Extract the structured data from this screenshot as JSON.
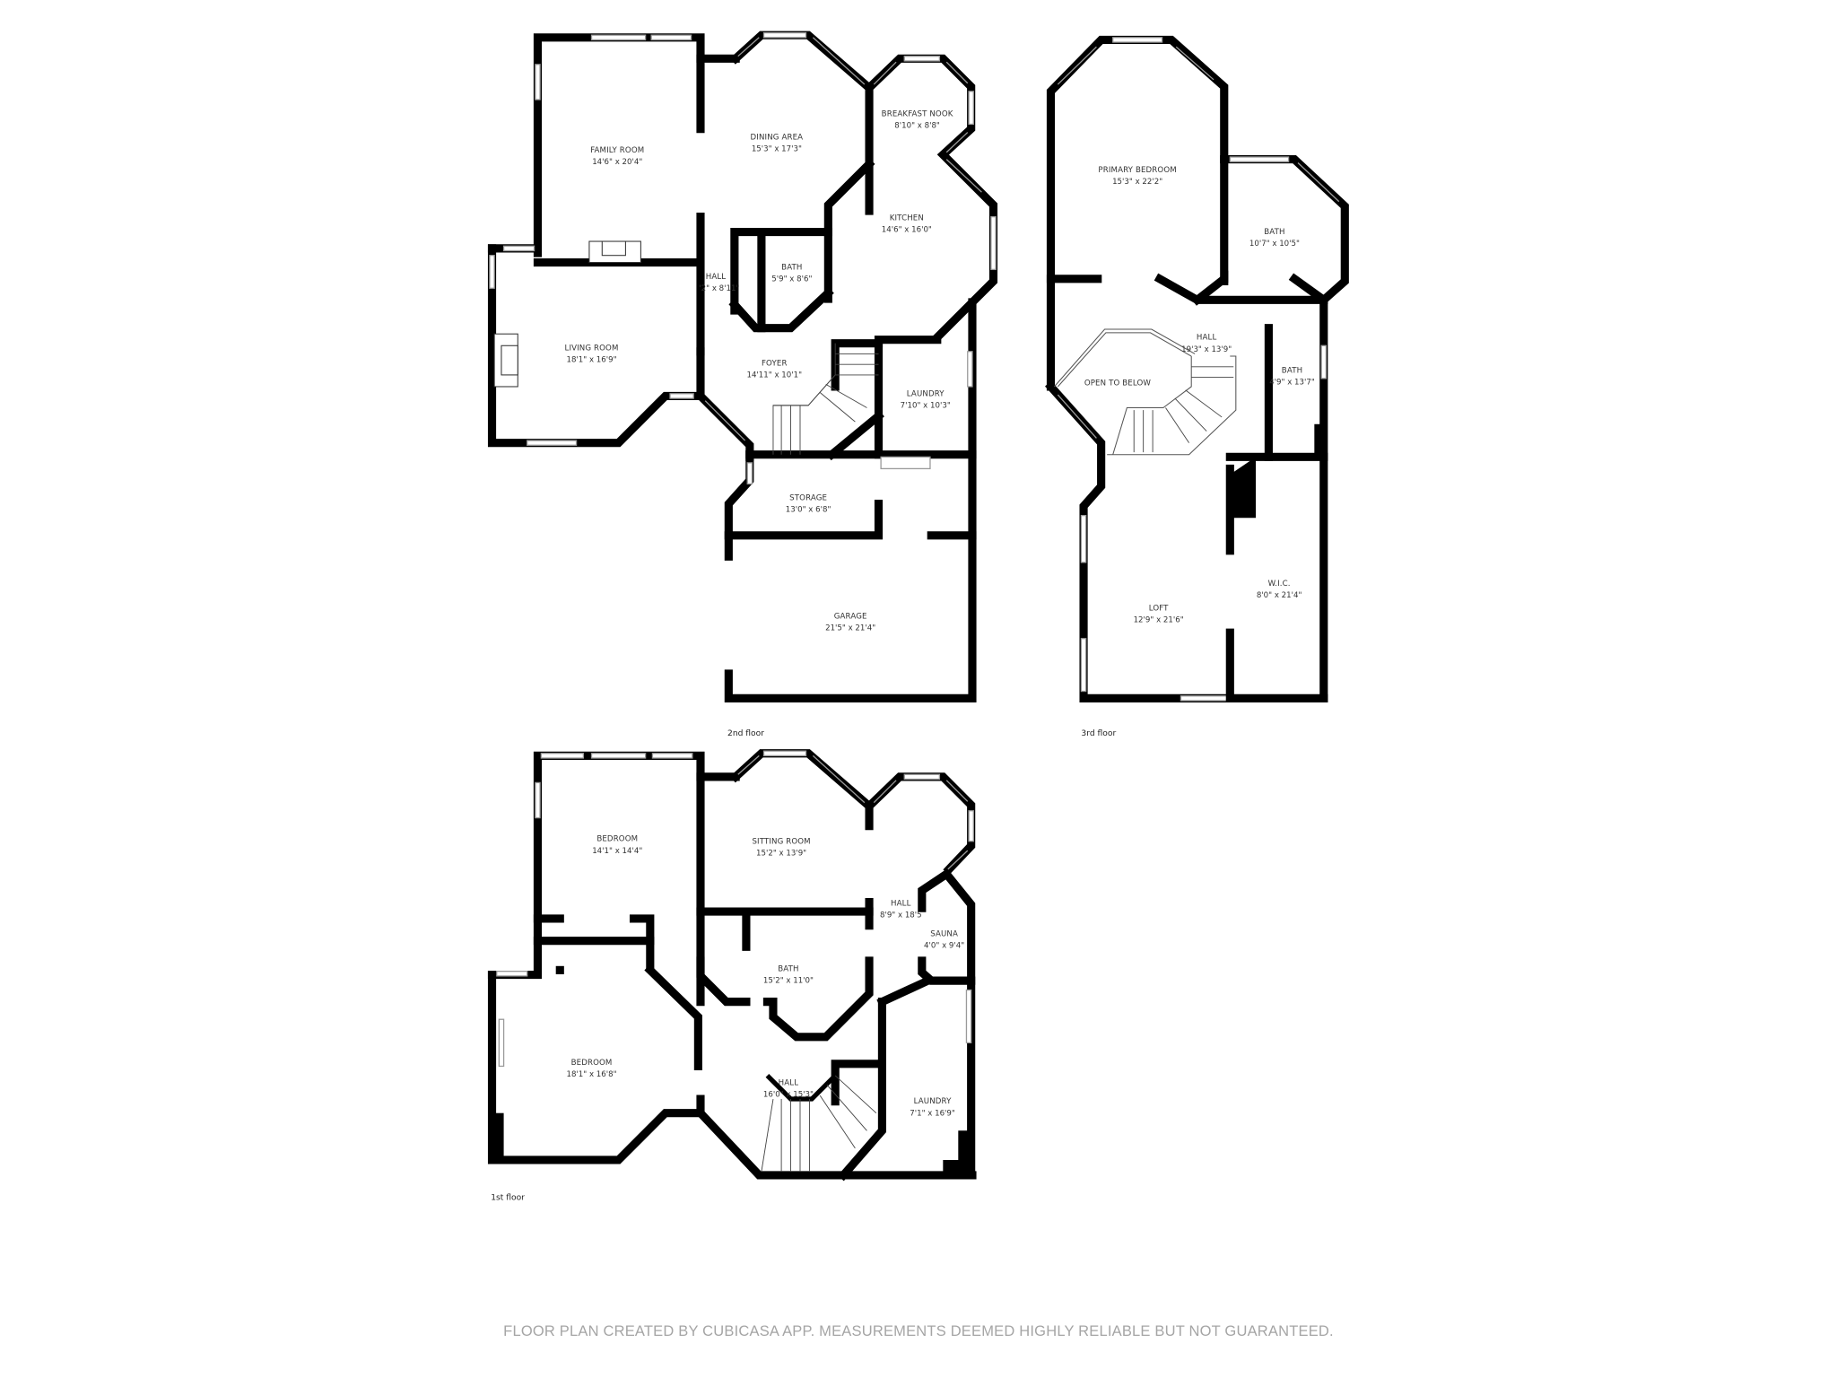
{
  "floors": {
    "second": {
      "label": "2nd floor",
      "rooms": [
        {
          "name": "FAMILY ROOM",
          "dims": "14'6\" x 20'4\""
        },
        {
          "name": "DINING AREA",
          "dims": "15'3\" x 17'3\""
        },
        {
          "name": "BREAKFAST NOOK",
          "dims": "8'10\" x 8'8\""
        },
        {
          "name": "KITCHEN",
          "dims": "14'6\" x 16'0\""
        },
        {
          "name": "HALL",
          "dims": "'2\" x 8'11\""
        },
        {
          "name": "BATH",
          "dims": "5'9\" x 8'6\""
        },
        {
          "name": "LIVING ROOM",
          "dims": "18'1\" x 16'9\""
        },
        {
          "name": "FOYER",
          "dims": "14'11\" x 10'1\""
        },
        {
          "name": "LAUNDRY",
          "dims": "7'10\" x 10'3\""
        },
        {
          "name": "STORAGE",
          "dims": "13'0\" x 6'8\""
        },
        {
          "name": "GARAGE",
          "dims": "21'5\" x 21'4\""
        }
      ]
    },
    "third": {
      "label": "3rd floor",
      "rooms": [
        {
          "name": "PRIMARY BEDROOM",
          "dims": "15'3\" x 22'2\""
        },
        {
          "name": "BATH",
          "dims": "10'7\" x 10'5\""
        },
        {
          "name": "HALL",
          "dims": "19'3\" x 13'9\""
        },
        {
          "name": "OPEN TO BELOW",
          "dims": ""
        },
        {
          "name": "BATH",
          "dims": "4'9\" x 13'7\""
        },
        {
          "name": "LOFT",
          "dims": "12'9\" x 21'6\""
        },
        {
          "name": "W.I.C.",
          "dims": "8'0\" x 21'4\""
        }
      ]
    },
    "first": {
      "label": "1st floor",
      "rooms": [
        {
          "name": "BEDROOM",
          "dims": "14'1\" x 14'4\""
        },
        {
          "name": "SITTING ROOM",
          "dims": "15'2\" x 13'9\""
        },
        {
          "name": "HALL",
          "dims": "8'9\" x 18'5"
        },
        {
          "name": "SAUNA",
          "dims": "4'0\" x 9'4\""
        },
        {
          "name": "BATH",
          "dims": "15'2\" x 11'0\""
        },
        {
          "name": "BEDROOM",
          "dims": "18'1\" x 16'8\""
        },
        {
          "name": "HALL",
          "dims": "16'0\" x 15'3\""
        },
        {
          "name": "LAUNDRY",
          "dims": "7'1\" x 16'9\""
        }
      ]
    }
  },
  "footer": {
    "disclaimer": "FLOOR PLAN CREATED BY CUBICASA APP. MEASUREMENTS DEEMED HIGHLY RELIABLE BUT NOT GUARANTEED."
  },
  "colors": {
    "wall": "#000000",
    "window": "#9a9a9a",
    "label": "#333333",
    "footer": "#a5a5a5"
  }
}
